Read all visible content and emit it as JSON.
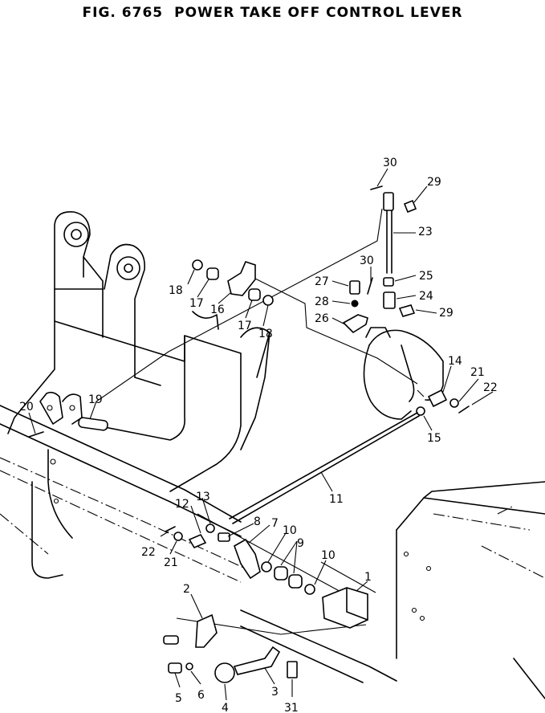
{
  "figure": {
    "title_prefix": "FIG. 6765",
    "title": "POWER TAKE OFF CONTROL LEVER"
  },
  "callouts": [
    "1",
    "2",
    "3",
    "4",
    "5",
    "6",
    "7",
    "8",
    "9",
    "10",
    "10",
    "11",
    "12",
    "13",
    "14",
    "15",
    "16",
    "17",
    "17",
    "18",
    "18",
    "19",
    "20",
    "21",
    "21",
    "22",
    "22",
    "23",
    "24",
    "25",
    "26",
    "27",
    "28",
    "29",
    "29",
    "30",
    "30",
    "31"
  ]
}
